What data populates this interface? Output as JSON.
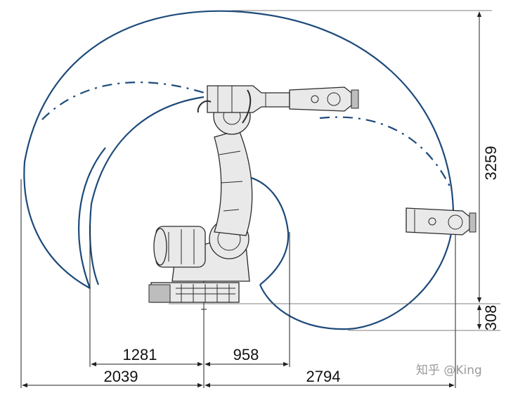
{
  "dimensions": {
    "height_total": "3259",
    "height_base": "308",
    "inner_left": "1281",
    "inner_right": "958",
    "outer_left": "2039",
    "outer_right": "2794"
  },
  "watermark": "知乎 @King",
  "colors": {
    "envelope": "#1d4a7a",
    "dimension_lines": "#222222",
    "robot_fill": "#e9e9e9"
  }
}
